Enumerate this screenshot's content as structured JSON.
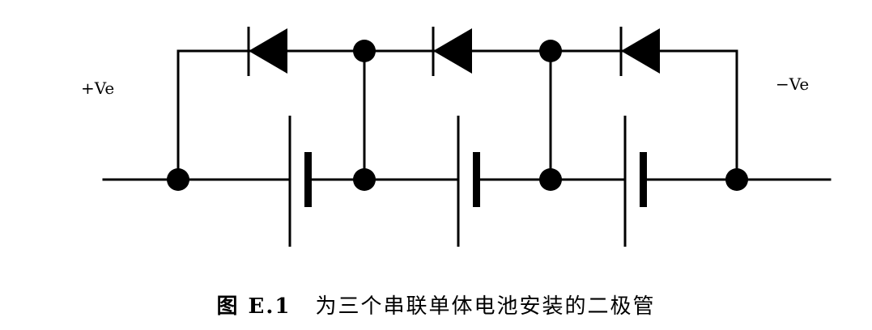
{
  "labels": {
    "positive": "+Ve",
    "negative": "−Ve"
  },
  "caption": {
    "figure_number": "图 E.1",
    "title": "为三个串联单体电池安装的二极管"
  },
  "circuit": {
    "cell_count": 3,
    "diode_count": 3
  }
}
